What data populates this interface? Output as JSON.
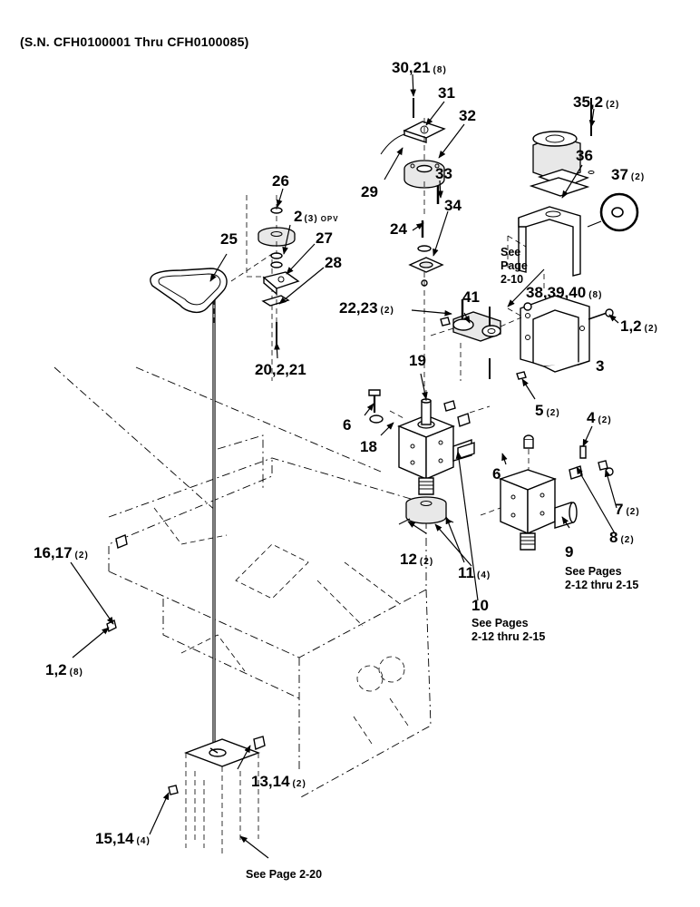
{
  "header": "(S.N. CFH0100001 Thru CFH0100085)",
  "labels": {
    "l30_21": "30,21",
    "q30_21": "(8)",
    "l31": "31",
    "l32": "32",
    "l29": "29",
    "l33": "33",
    "l34": "34",
    "l24": "24",
    "l35_2": "35,2",
    "q35_2": "(2)",
    "l36": "36",
    "l37": "37",
    "q37": "(2)",
    "l26": "26",
    "l2opv": "2",
    "q2opv": "(3)",
    "opv": "OPV",
    "l25": "25",
    "l27": "27",
    "l28": "28",
    "l20_2_21": "20,2,21",
    "l22_23": "22,23",
    "q22_23": "(2)",
    "l41": "41",
    "l38_39_40": "38,39,40",
    "q38_39_40": "(8)",
    "l1_2_top": "1,2",
    "q1_2_top": "(2)",
    "l3": "3",
    "l19": "19",
    "l6a": "6",
    "l18": "18",
    "l5": "5",
    "q5": "(2)",
    "l4": "4",
    "q4": "(2)",
    "l6b": "6",
    "l7": "7",
    "q7": "(2)",
    "l8": "8",
    "q8": "(2)",
    "l9": "9",
    "l10": "10",
    "l12": "12",
    "q12": "(2)",
    "l11": "11",
    "q11": "(4)",
    "l16_17": "16,17",
    "q16_17": "(2)",
    "l1_2_left": "1,2",
    "q1_2_left": "(8)",
    "l13_14": "13,14",
    "q13_14": "(2)",
    "l15_14": "15,14",
    "q15_14": "(4)"
  },
  "refs": {
    "see_page_2_10_a": "See",
    "see_page_2_10_b": "Page",
    "see_page_2_10_c": "2-10",
    "see_pages_9_a": "See Pages",
    "see_pages_9_b": "2-12 thru 2-15",
    "see_pages_10_a": "See Pages",
    "see_pages_10_b": "2-12 thru 2-15",
    "see_page_2_20": "See Page 2-20"
  }
}
